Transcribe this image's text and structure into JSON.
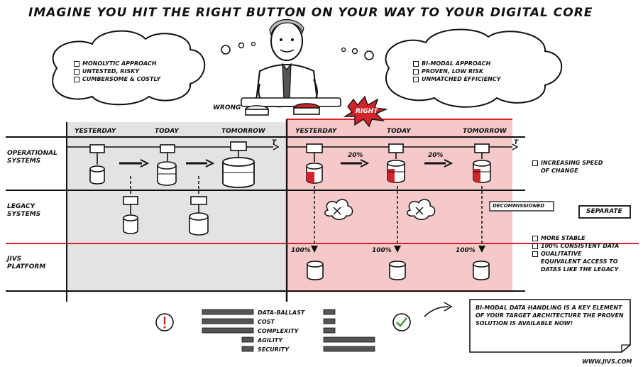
{
  "title": "IMAGINE YOU HIT THE RIGHT BUTTON ON YOUR WAY TO YOUR DIGITAL CORE",
  "left_cloud": {
    "items": [
      "MONOLYTIC APPROACH",
      "UNTESTED, RISKY",
      "CUMBERSOME & COSTLY"
    ]
  },
  "right_cloud": {
    "items": [
      "BI-MODAL APPROACH",
      "PROVEN, LOW RISK",
      "UNMATCHED EFFICIENCY"
    ]
  },
  "buttons": {
    "wrong": "WRONG",
    "right": "RIGHT"
  },
  "left_columns": [
    "YESTERDAY",
    "TODAY",
    "TOMORROW"
  ],
  "right_columns": [
    "YESTERDAY",
    "TODAY",
    "TOMORROW"
  ],
  "time_axis": "T",
  "rows": {
    "operational": "OPERATIONAL SYSTEMS",
    "legacy": "LEGACY SYSTEMS",
    "jivs": "JIVS PLATFORM"
  },
  "percent_20": "20%",
  "percent_100": "100%",
  "decommissioned": "DECOMMISSIONED",
  "separate": "SEPARATE",
  "side_note_1": "INCREASING SPEED OF CHANGE",
  "side_notes_2": [
    "MORE STABLE",
    "100% CONSISTENT DATA",
    "QUALITATIVE EQUIVALENT ACCESS TO DATAS LIKE THE LEGACY"
  ],
  "metrics": [
    "DATA-BALLAST",
    "COST",
    "COMPLEXITY",
    "AGILITY",
    "SECURITY"
  ],
  "note": "BI-MODAL DATA HANDLING IS A KEY ELEMENT OF YOUR TARGET ARCHITECTURE THE PROVEN SOLUTION IS AVAILABLE NOW!",
  "url": "WWW.JIVS.COM",
  "colors": {
    "gray_panel": "#e3e3e3",
    "pink_panel": "#f5c9c9",
    "accent_red": "#d0262b",
    "ok_green": "#3a9e3a"
  }
}
